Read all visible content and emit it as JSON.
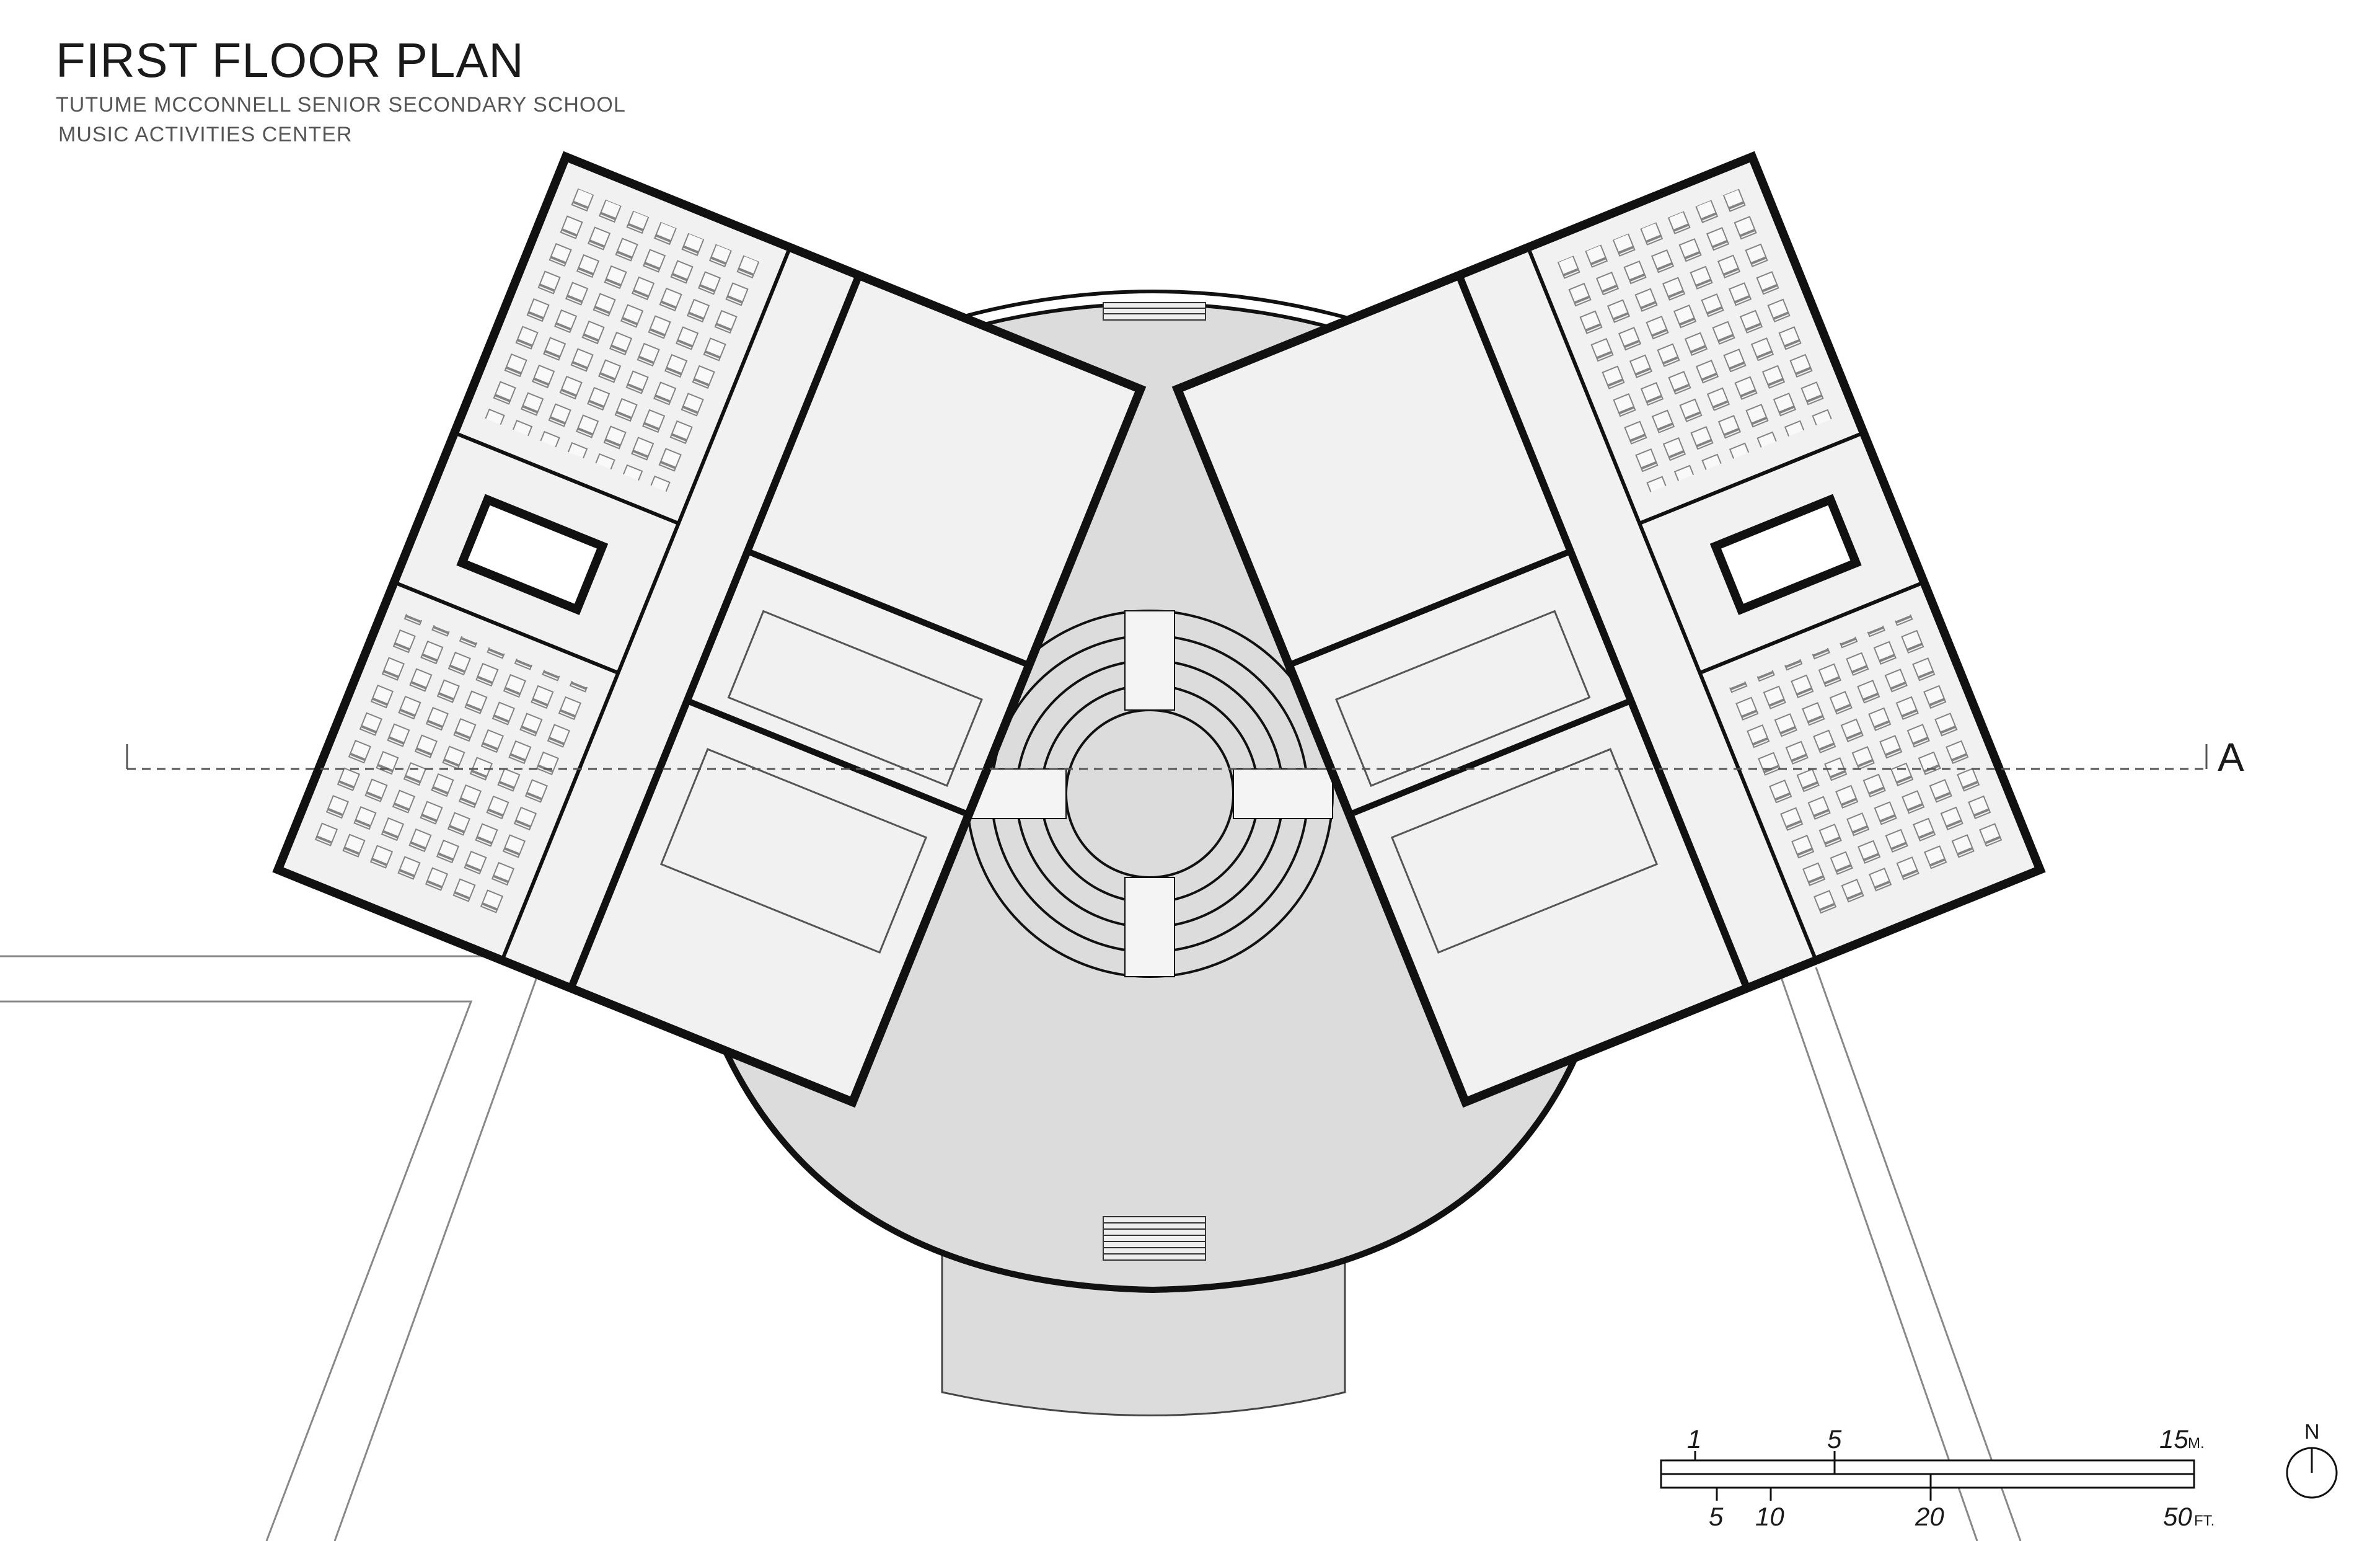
{
  "title": "FIRST FLOOR PLAN",
  "subtitle_school": "TUTUME MCCONNELL SENIOR SECONDARY SCHOOL",
  "subtitle_building": "MUSIC ACTIVITIES CENTER",
  "section_marker": "A",
  "north_label": "N",
  "scale_metric": {
    "ticks": [
      "1",
      "5"
    ],
    "end": "15",
    "unit": "M."
  },
  "scale_imperial": {
    "ticks": [
      "5",
      "10",
      "20"
    ],
    "end": "50",
    "unit": "FT."
  },
  "colors": {
    "wall": "#111111",
    "room_fill": "#f1f1f2",
    "hall_fill": "#dcdcdd",
    "line": "#555555"
  }
}
